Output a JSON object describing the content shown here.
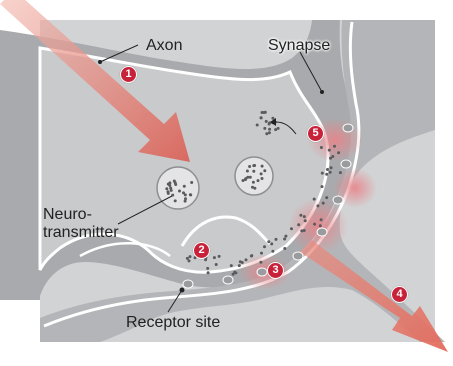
{
  "labels": {
    "axon": "Axon",
    "synapse": "Synapse",
    "neurotransmitter_line1": "Neuro-",
    "neurotransmitter_line2": "transmitter",
    "receptor_site": "Receptor site"
  },
  "steps": [
    "1",
    "2",
    "3",
    "4",
    "5"
  ],
  "colors": {
    "background_panel": "#d2d3d5",
    "neuron": "#a9aaad",
    "membrane": "#ffffff",
    "signal_arrow": "#e0786d",
    "step_badge": "#c8223a",
    "vesicle": "#e4e4e6",
    "neurotransmitter_dot": "#5b5b5e"
  }
}
